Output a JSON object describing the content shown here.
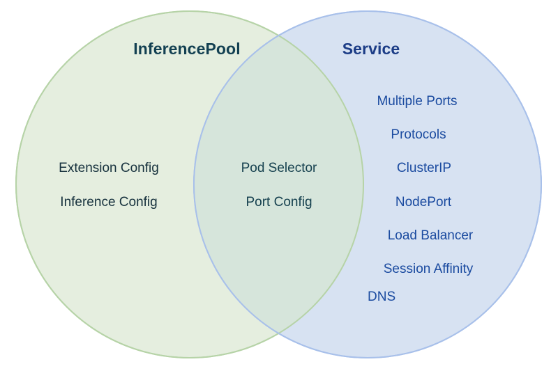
{
  "diagram": {
    "type": "venn",
    "title_left": "InferencePool",
    "title_right": "Service",
    "colors": {
      "left_fill": "#e5eedf",
      "left_stroke": "#b6d3a7",
      "right_fill": "#d6e1f2",
      "right_stroke": "#a8c0ea",
      "overlap_fill": "#d6e5db",
      "left_title_text": "#134052",
      "right_title_text": "#1b3c86",
      "left_item_text": "#16313d",
      "center_item_text": "#16414f",
      "right_item_text": "#1b4ba0",
      "background": "#ffffff"
    },
    "left_set": {
      "label": "InferencePool",
      "items": [
        "Extension Config",
        "Inference Config"
      ]
    },
    "intersection": {
      "items": [
        "Pod Selector",
        "Port Config"
      ]
    },
    "right_set": {
      "label": "Service",
      "items": [
        "Multiple Ports",
        "Protocols",
        "ClusterIP",
        "NodePort",
        "Load Balancer",
        "Session Affinity",
        "DNS"
      ]
    }
  }
}
